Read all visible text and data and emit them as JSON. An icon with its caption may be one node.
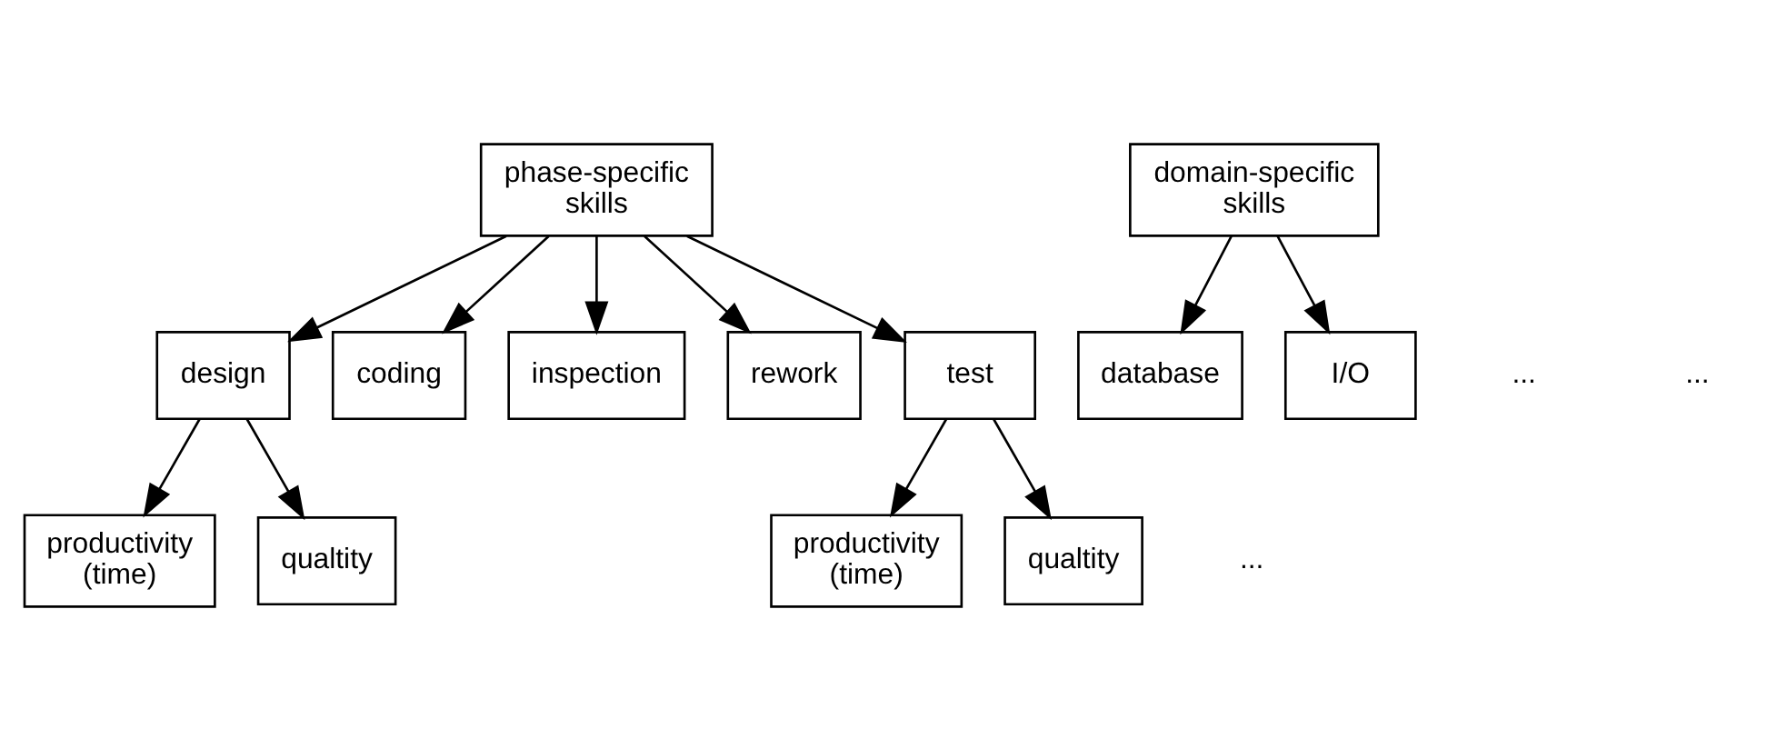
{
  "diagram": {
    "nodes": [
      {
        "text": [
          "phase-specific skills"
        ]
      },
      {
        "text": [
          "domain-specific skills"
        ]
      },
      {
        "text": [
          "design"
        ]
      },
      {
        "text": [
          "coding"
        ]
      },
      {
        "text": [
          "inspection"
        ]
      },
      {
        "text": [
          "rework"
        ]
      },
      {
        "text": [
          "test"
        ]
      },
      {
        "text": [
          "database"
        ]
      },
      {
        "text": [
          "I/O"
        ]
      },
      {
        "text": [
          "productivity (time)"
        ]
      },
      {
        "text": [
          "qualtity"
        ]
      },
      {
        "text": [
          "productivity (time)"
        ]
      },
      {
        "text": [
          "qualtity"
        ]
      }
    ],
    "edges": [
      {
        "from": 0,
        "to": 2,
        "arrow": "to"
      },
      {
        "from": 0,
        "to": 3,
        "arrow": "to"
      },
      {
        "from": 0,
        "to": 4,
        "arrow": "to"
      },
      {
        "from": 0,
        "to": 5,
        "arrow": "to"
      },
      {
        "from": 0,
        "to": 6,
        "arrow": "to"
      },
      {
        "from": 1,
        "to": 7,
        "arrow": "to"
      },
      {
        "from": 1,
        "to": 8,
        "arrow": "to"
      },
      {
        "from": 2,
        "to": 9,
        "arrow": "to"
      },
      {
        "from": 2,
        "to": 10,
        "arrow": "to"
      },
      {
        "from": 6,
        "to": 11,
        "arrow": "to"
      },
      {
        "from": 6,
        "to": 12,
        "arrow": "to"
      }
    ],
    "labels": [
      "...",
      "...",
      "..."
    ]
  }
}
